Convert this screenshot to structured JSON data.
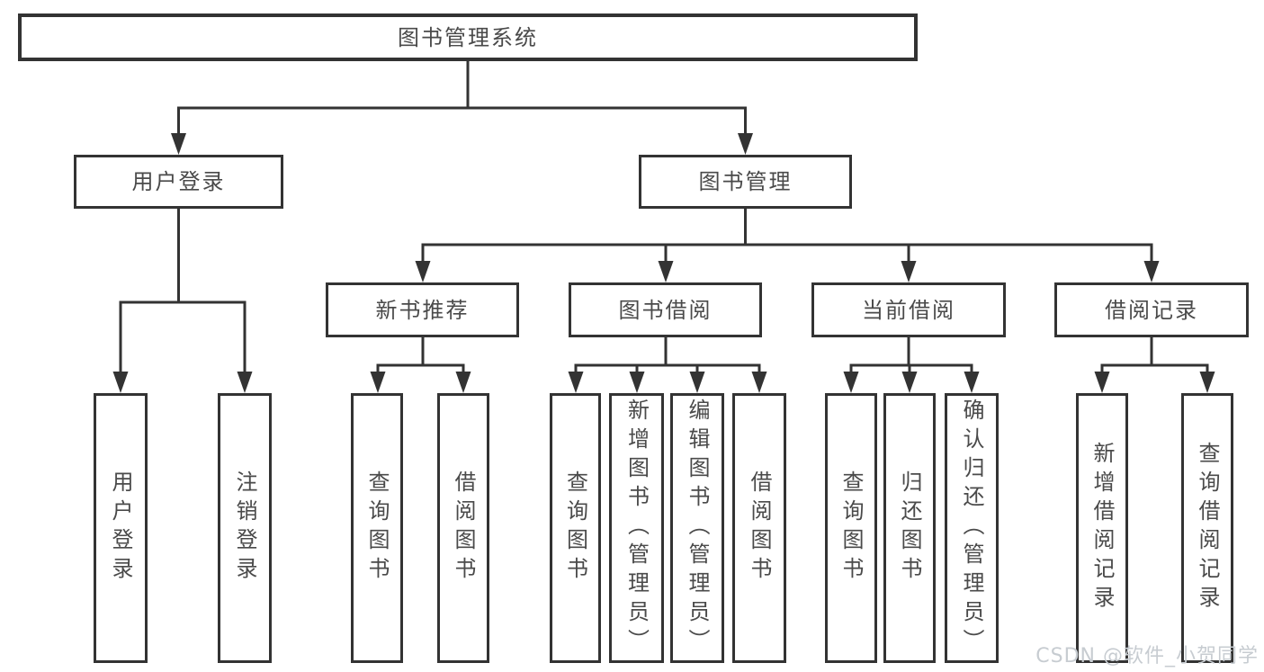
{
  "diagram": {
    "root": {
      "label": "图书管理系统"
    },
    "user_login": {
      "label": "用户登录",
      "children": {
        "login": "用户登录",
        "logout": "注销登录"
      }
    },
    "book_management": {
      "label": "图书管理",
      "new_book_recommend": {
        "label": "新书推荐",
        "children": {
          "query_books": "查询图书",
          "borrow_books": "借阅图书"
        }
      },
      "book_borrow": {
        "label": "图书借阅",
        "children": {
          "query_books": "查询图书",
          "add_books_admin": "新增图书（管理员）",
          "edit_books_admin": "编辑图书（管理员）",
          "borrow_books": "借阅图书"
        }
      },
      "current_borrow": {
        "label": "当前借阅",
        "children": {
          "query_books": "查询图书",
          "return_books": "归还图书",
          "confirm_return_admin": "确认归还（管理员）"
        }
      },
      "borrow_record": {
        "label": "借阅记录",
        "children": {
          "add_record": "新增借阅记录",
          "query_record": "查询借阅记录"
        }
      }
    }
  },
  "watermark": "CSDN @软件_小贺同学",
  "colors": {
    "line": "#333333",
    "text": "#4a4a4a",
    "background": "#ffffff",
    "watermark": "#c7ccd1"
  }
}
